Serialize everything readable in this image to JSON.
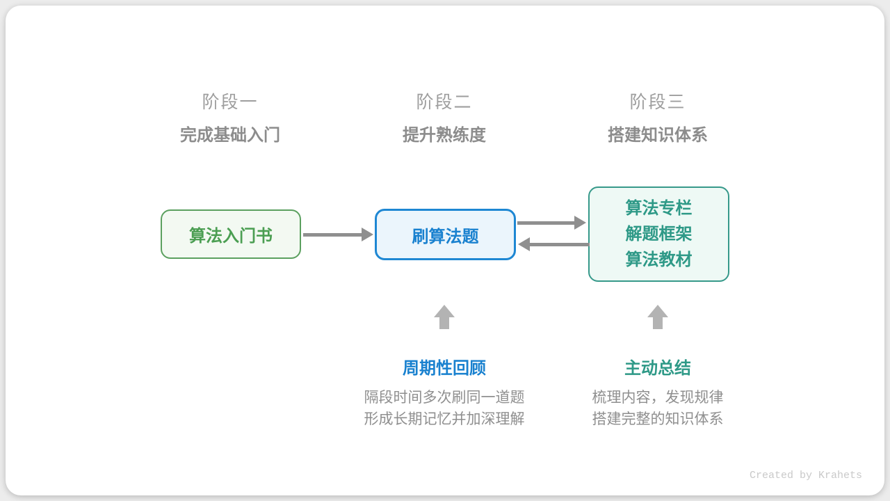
{
  "stages": [
    {
      "number": "阶段一",
      "title": "完成基础入门"
    },
    {
      "number": "阶段二",
      "title": "提升熟练度"
    },
    {
      "number": "阶段三",
      "title": "搭建知识体系"
    }
  ],
  "nodes": {
    "intro_book": {
      "label": "算法入门书",
      "border_color": "#5ba05f",
      "text_color": "#4b9e52",
      "fill_color": "#f3f9f2"
    },
    "practice": {
      "label": "刷算法题",
      "border_color": "#1e87d3",
      "text_color": "#1981cf",
      "fill_color": "#ebf5fc"
    },
    "resources": {
      "lines": [
        "算法专栏",
        "解题框架",
        "算法教材"
      ],
      "border_color": "#36998a",
      "text_color": "#2e9987",
      "fill_color": "#eef9f5"
    }
  },
  "edges": [
    {
      "from": "intro_book",
      "to": "practice",
      "direction": "right"
    },
    {
      "from": "practice",
      "to": "resources",
      "direction": "right"
    },
    {
      "from": "resources",
      "to": "practice",
      "direction": "left"
    }
  ],
  "annotations": [
    {
      "label": "周期性回顾",
      "label_color": "#1981cf",
      "target": "practice",
      "description_lines": [
        "隔段时间多次刷同一道题",
        "形成长期记忆并加深理解"
      ]
    },
    {
      "label": "主动总结",
      "label_color": "#2e9987",
      "target": "resources",
      "description_lines": [
        "梳理内容，发现规律",
        "搭建完整的知识体系"
      ]
    }
  ],
  "footer": {
    "credit": "Created by Krahets"
  },
  "colors": {
    "page_background": "#ececec",
    "card_background": "#ffffff",
    "stage_number_text": "#9e9e9e",
    "stage_title_text": "#8c8c8c",
    "connector_arrow": "#8f8f8f",
    "up_arrow": "#b3b3b3",
    "description_text": "#8f8f8f",
    "credit_text": "#c9c9c9"
  }
}
